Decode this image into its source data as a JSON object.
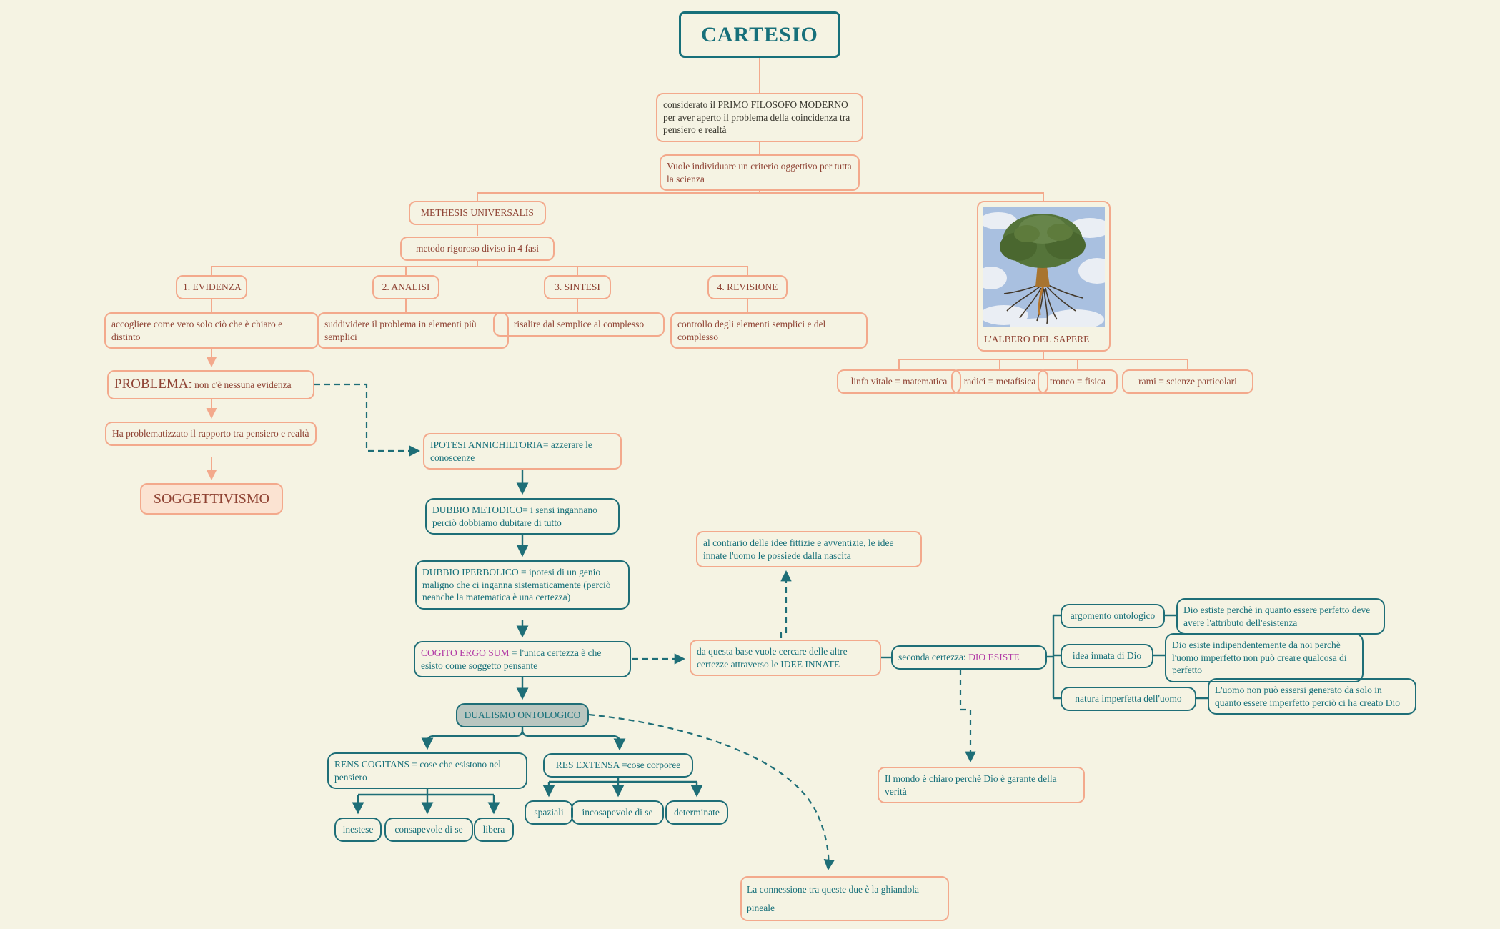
{
  "palette": {
    "background": "#f5f3e3",
    "salmon_border": "#f3a98c",
    "teal_border": "#1e6e77",
    "teal_text": "#17707a",
    "maroon_text": "#8f4334",
    "dark_text": "#3a382f",
    "magenta_text": "#b23ba6",
    "soggettivismo_fill": "#fbe3d2",
    "dualismo_fill": "#b9c6c0"
  },
  "nodes": {
    "cartesio": "CARTESIO",
    "considerato": "considerato il PRIMO FILOSOFO MODERNO per aver aperto il problema della coincidenza tra pensiero e realtà",
    "vuole": "Vuole individuare un criterio oggettivo per tutta la scienza",
    "methesis": "METHESIS UNIVERSALIS",
    "metodo": "metodo rigoroso diviso in 4 fasi",
    "fasi": [
      {
        "title": "1. EVIDENZA",
        "desc": "accogliere come vero solo ciò che è chiaro e distinto"
      },
      {
        "title": "2. ANALISI",
        "desc": "suddividere il problema in elementi più semplici"
      },
      {
        "title": "3. SINTESI",
        "desc": "risalire dal semplice al complesso"
      },
      {
        "title": "4. REVISIONE",
        "desc": "controllo degli elementi semplici e del complesso"
      }
    ],
    "problema": {
      "head": "PROBLEMA:",
      "rest": " non c'è nessuna evidenza"
    },
    "ha_problematizzato": "Ha problematizzato il rapporto tra pensiero e realtà",
    "soggettivismo": "SOGGETTIVISMO",
    "ipotesi": "IPOTESI ANNICHILTORIA= azzerare le conoscenze",
    "dubbio_metodico": "DUBBIO METODICO= i sensi ingannano perciò dobbiamo dubitare di tutto",
    "dubbio_iperbolico": "DUBBIO IPERBOLICO = ipotesi di un genio maligno che ci inganna sistematicamente (perciò neanche la matematica è una certezza)",
    "cogito": {
      "head": "COGITO ERGO SUM",
      "rest": " = l'unica certezza è che esisto come soggetto pensante"
    },
    "dualismo": "DUALISMO ONTOLOGICO",
    "res_cogitans": {
      "title": "RENS COGITANS = cose che esistono nel pensiero",
      "children": [
        "inestese",
        "consapevole di se",
        "libera"
      ]
    },
    "res_extensa": {
      "title": "RES EXTENSA =cose corporee",
      "children": [
        "spaziali",
        "incosapevole di se",
        "determinate"
      ]
    },
    "ghiandola": "La connessione tra queste due è la ghiandola pineale",
    "idee_innate": "da questa base vuole cercare delle altre certezze attraverso le IDEE INNATE",
    "al_contrario": "al contrario delle idee fittizie e avventizie, le idee innate l'uomo le possiede dalla nascita",
    "seconda_certezza": {
      "head": "seconda certezza:",
      "rest": " DIO ESISTE"
    },
    "argomenti": [
      {
        "title": "argomento ontologico",
        "desc": "Dio estiste perchè in quanto essere perfetto deve avere l'attributo dell'esistenza"
      },
      {
        "title": "idea innata di Dio",
        "desc": "Dio esiste indipendentemente da noi perchè l'uomo imperfetto non può creare qualcosa di perfetto"
      },
      {
        "title": "natura imperfetta dell'uomo",
        "desc": "L'uomo non può essersi generato da solo in quanto essere imperfetto perciò ci ha creato Dio"
      }
    ],
    "il_mondo": "Il mondo è chiaro perchè Dio è garante della verità",
    "albero": {
      "label": "L'ALBERO DEL SAPERE",
      "children": [
        "linfa vitale = matematica",
        "radici = metafisica",
        "tronco = fisica",
        "rami = scienze particolari"
      ]
    }
  }
}
